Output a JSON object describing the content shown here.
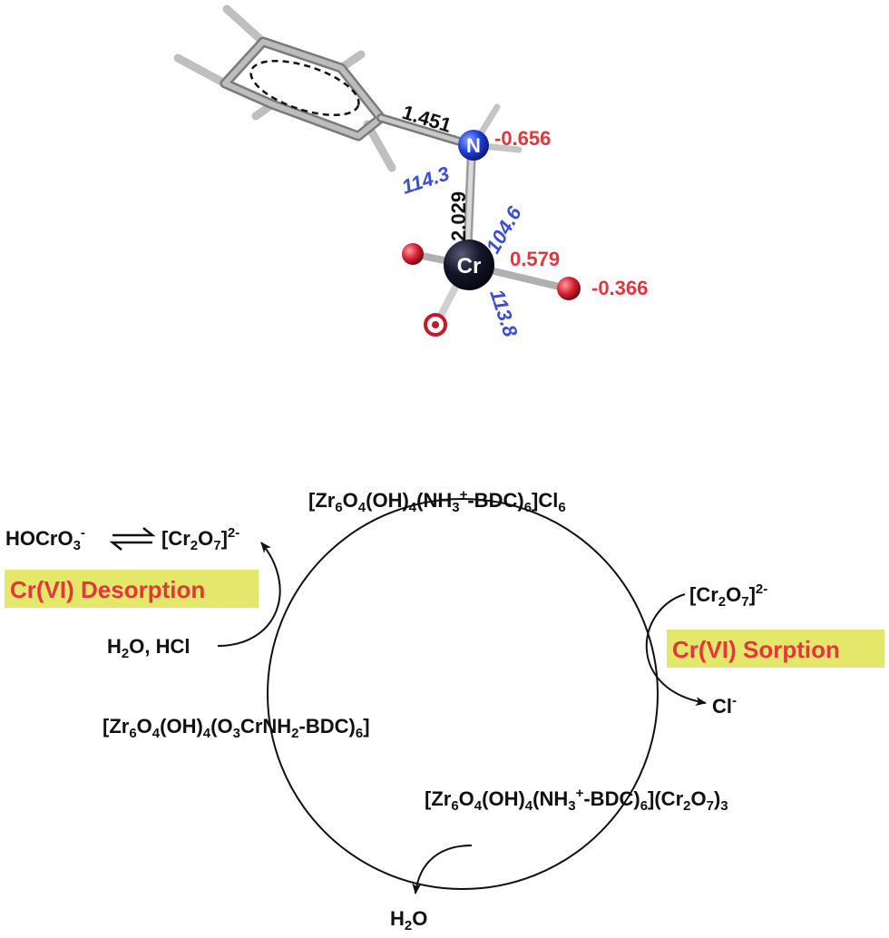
{
  "molecule": {
    "atoms": {
      "nitrogen": "N",
      "chromium": "Cr"
    },
    "bond_lengths": {
      "c_n": "1.451",
      "n_cr": "2.029"
    },
    "charges": {
      "n": "-0.656",
      "cr": "0.579",
      "o": "-0.366"
    },
    "angles": {
      "c_n_cr": "114.3",
      "n_cr_o": "104.6",
      "o_cr_o": "113.8"
    }
  },
  "cycle": {
    "top_label": {
      "a": "[Zr",
      "b": "6",
      "c": "O",
      "d": "4",
      "e": "(OH)",
      "f": "4",
      "g": "(NH",
      "h": "3",
      "i": "+",
      "j": "-BDC)",
      "k": "6",
      "l": "]Cl",
      "m": "6"
    },
    "left_label": {
      "a": "[Zr",
      "b": "6",
      "c": "O",
      "d": "4",
      "e": "(OH)",
      "f": "4",
      "g": "(O",
      "h": "3",
      "i": "CrNH",
      "j": "2",
      "k": "-BDC)",
      "l": "6",
      "m": "]"
    },
    "bottom_label": {
      "a": "[Zr",
      "b": "6",
      "c": "O",
      "d": "4",
      "e": "(OH)",
      "f": "4",
      "g": "(NH",
      "h": "3",
      "i": "+",
      "j": "-BDC)",
      "k": "6",
      "l": "](Cr",
      "m": "2",
      "n": "O",
      "o": "7",
      "p": ")",
      "q": "3"
    },
    "desorption": {
      "highlight": "Cr(VI) Desorption",
      "reagent": {
        "a": "H",
        "b": "2",
        "c": "O, HCl"
      },
      "product_left": {
        "a": "HOCrO",
        "b": "3",
        "c": "-"
      },
      "product_right": {
        "a": "[Cr",
        "b": "2",
        "c": "O",
        "d": "7",
        "e": "]",
        "f": "2-"
      }
    },
    "sorption": {
      "highlight": "Cr(VI) Sorption",
      "reagent": {
        "a": "[Cr",
        "b": "2",
        "c": "O",
        "d": "7",
        "e": "]",
        "f": "2-"
      },
      "product": {
        "a": "Cl",
        "b": "-"
      }
    },
    "water": {
      "a": "H",
      "b": "2",
      "c": "O"
    }
  },
  "colors": {
    "highlight_bg": "#e4e86a",
    "highlight_text": "#e8343c",
    "angle_blue": "#3a4fd6",
    "charge_red": "#e8343c",
    "nitrogen_blue": "#1e3fd6",
    "chromium_dark": "#15152a",
    "oxygen_red": "#c8182a"
  }
}
